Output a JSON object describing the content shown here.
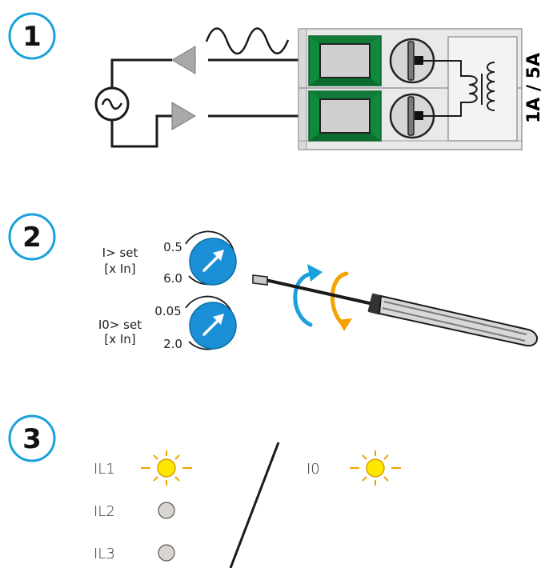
{
  "steps": {
    "step1": {
      "number": "1",
      "rating": "1A / 5A"
    },
    "step2": {
      "number": "2",
      "dial_i": {
        "label_line1": "I> set",
        "label_line2": "[x In]",
        "min": "0.5",
        "max": "6.0"
      },
      "dial_i0": {
        "label_line1": "I0> set",
        "label_line2": "[x In]",
        "min": "0.05",
        "max": "2.0"
      }
    },
    "step3": {
      "number": "3",
      "leds": [
        {
          "label": "IL1",
          "state": "lit"
        },
        {
          "label": "IL2",
          "state": "off"
        },
        {
          "label": "IL3",
          "state": "off"
        }
      ],
      "led_i0": {
        "label": "I0",
        "state": "lit"
      }
    }
  },
  "colors": {
    "terminal_green": "#0f8a3c",
    "terminal_gray": "#cfcfcf",
    "knob_blue": "#1a8fd6",
    "arrow_blue": "#1aa0dc",
    "arrow_orange": "#f5a300",
    "led_yellow": "#ffe600",
    "led_ray": "#f5a300",
    "led_off": "#d8d4cf"
  }
}
